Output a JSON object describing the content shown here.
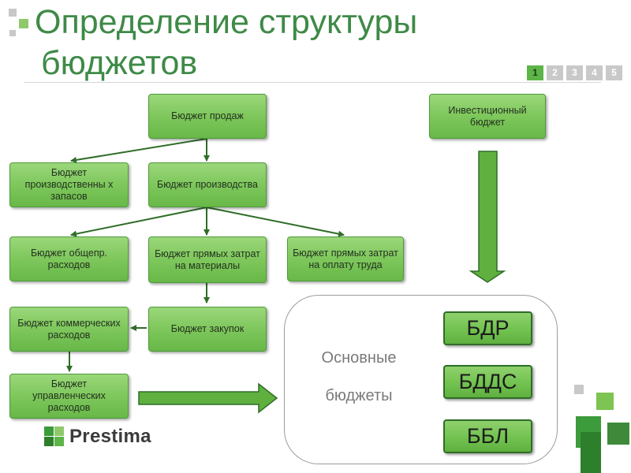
{
  "title": {
    "line1": "Определение структуры",
    "line2": "бюджетов"
  },
  "pagination": {
    "pages": [
      "1",
      "2",
      "3",
      "4",
      "5"
    ],
    "active": "1"
  },
  "nodes": {
    "sales": "Бюджет продаж",
    "investment": "Инвестиционный бюджет",
    "inventory": "Бюджет производственны х запасов",
    "production": "Бюджет производства",
    "overhead": "Бюджет общепр. расходов",
    "materials": "Бюджет прямых затрат на материалы",
    "labor": "Бюджет прямых затрат на оплату труда",
    "commercial": "Бюджет коммерческих расходов",
    "purchases": "Бюджет закупок",
    "management": "Бюджет управленческих расходов"
  },
  "main_budgets": {
    "label_line1": "Основные",
    "label_line2": "бюджеты",
    "items": [
      "БДР",
      "БДДС",
      "ББЛ"
    ]
  },
  "brand": {
    "name": "Prestima"
  },
  "colors": {
    "accent": "#3e8a47",
    "box": "#7ec75c",
    "arrow": "#2f6d28"
  }
}
